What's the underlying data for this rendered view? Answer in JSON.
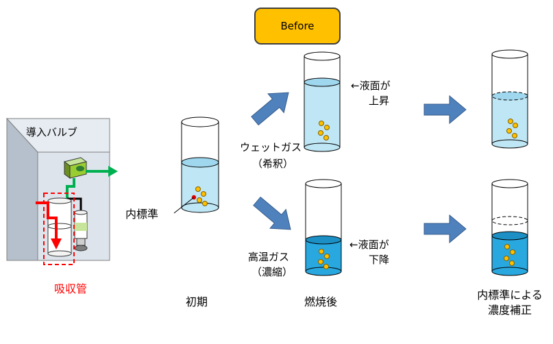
{
  "badge": {
    "label": "Before"
  },
  "device": {
    "label": "導入バルブ",
    "caption": "吸収管"
  },
  "initial": {
    "label": "内標準",
    "caption": "初期"
  },
  "wet": {
    "line1": "ウェットガス",
    "line2": "（希釈）",
    "note1": "←液面が",
    "note2": "上昇"
  },
  "hot": {
    "line1": "高温ガス",
    "line2": "（濃縮）",
    "note1": "←液面が",
    "note2": "下降"
  },
  "after": {
    "caption": "燃焼後"
  },
  "result": {
    "line1": "内標準による",
    "line2": "濃度補正"
  },
  "colors": {
    "liquid": "#bfe6f5",
    "liquid_dark": "#29a8e0",
    "arrow": "#4f81bd",
    "green": "#00b050",
    "red": "#ff0000",
    "particle": "#ffc000",
    "badge": "#ffc000"
  }
}
